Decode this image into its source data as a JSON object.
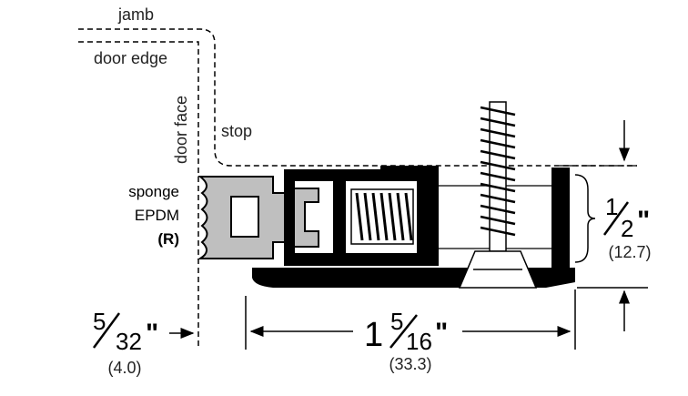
{
  "labels": {
    "jamb": "jamb",
    "door_edge": "door edge",
    "door_face": "door face",
    "stop": "stop",
    "material_line1": "sponge",
    "material_line2": "EPDM",
    "material_code": "(R)"
  },
  "dimensions": {
    "gap": {
      "num": "5",
      "den": "32",
      "unit": "\"",
      "metric": "(4.0)"
    },
    "width": {
      "whole": "1",
      "num": "5",
      "den": "16",
      "unit": "\"",
      "metric": "(33.3)"
    },
    "height": {
      "num": "1",
      "den": "2",
      "unit": "\"",
      "metric": "(12.7)"
    }
  }
}
